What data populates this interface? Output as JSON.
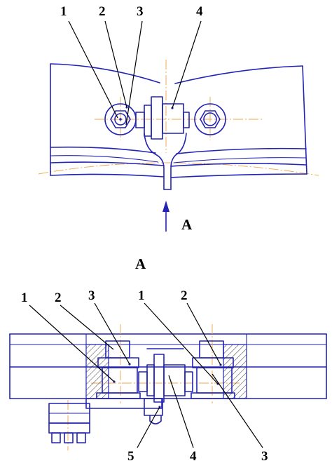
{
  "colors": {
    "outline": "#2323b4",
    "centerline": "#f0a64a",
    "leader": "#000000",
    "background": "#ffffff"
  },
  "top_view": {
    "callouts": [
      "1",
      "2",
      "3",
      "4"
    ],
    "arrow_label": "A"
  },
  "section_view": {
    "title": "A",
    "callouts": [
      "1",
      "2",
      "3",
      "1",
      "2",
      "5",
      "4",
      "3"
    ]
  }
}
